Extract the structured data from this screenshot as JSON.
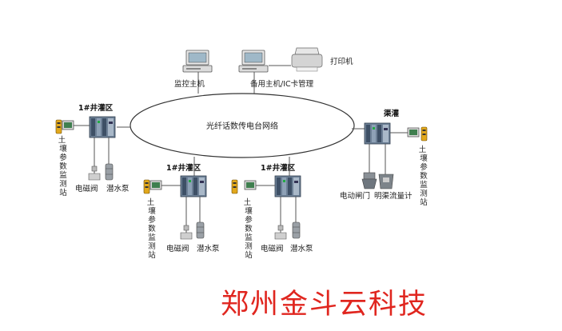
{
  "network": {
    "ring_label": "光纤话数传电台网络"
  },
  "top": {
    "monitor_host": "监控主机",
    "backup_host": "备用主机/IC卡管理",
    "printer": "打印机"
  },
  "zones": {
    "left": {
      "title": "1#井灌区",
      "station": "土壤参数监测站",
      "valve": "电磁阀",
      "pump": "潜水泵"
    },
    "mid1": {
      "title": "1#井灌区",
      "station": "土壤参数监测站",
      "valve": "电磁阀",
      "pump": "潜水泵"
    },
    "mid2": {
      "title": "1#井灌区",
      "station": "土壤参数监测站",
      "valve": "电磁阀",
      "pump": "潜水泵"
    },
    "right": {
      "title": "渠灌",
      "station": "土壤参数监测站",
      "gate": "电动闸门",
      "flowmeter": "明渠流量计"
    }
  },
  "footer": {
    "company": "郑州金斗云科技"
  },
  "colors": {
    "brand_red": "#e0261f",
    "cabinet_blue": "#5b6f86",
    "sensor_yellow": "#e2a81c"
  }
}
